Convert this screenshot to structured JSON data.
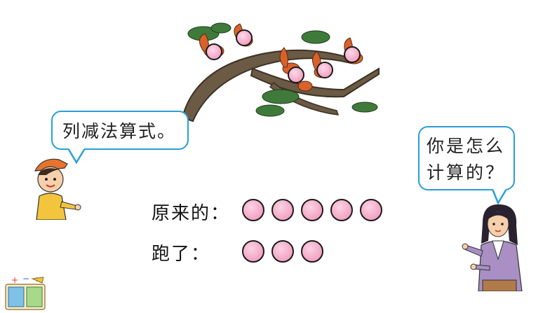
{
  "scene": {
    "boy_bubble": "列减法算式。",
    "teacher_bubble_line1": "你是怎么",
    "teacher_bubble_line2": "计算的？"
  },
  "rows": {
    "original_label": "原来的：",
    "original_count": 5,
    "ran_label": "跑了：",
    "ran_count": 3
  },
  "illustration": {
    "squirrels_on_branch": 5,
    "branch_icon": "pine-branch-icon",
    "squirrel_icon": "squirrel-icon",
    "boy_icon": "boy-character-icon",
    "teacher_icon": "teacher-character-icon",
    "book_icon": "math-book-icon"
  },
  "colors": {
    "circle_fill": "#f3a3c4",
    "bubble_border": "#2a9fd6"
  }
}
